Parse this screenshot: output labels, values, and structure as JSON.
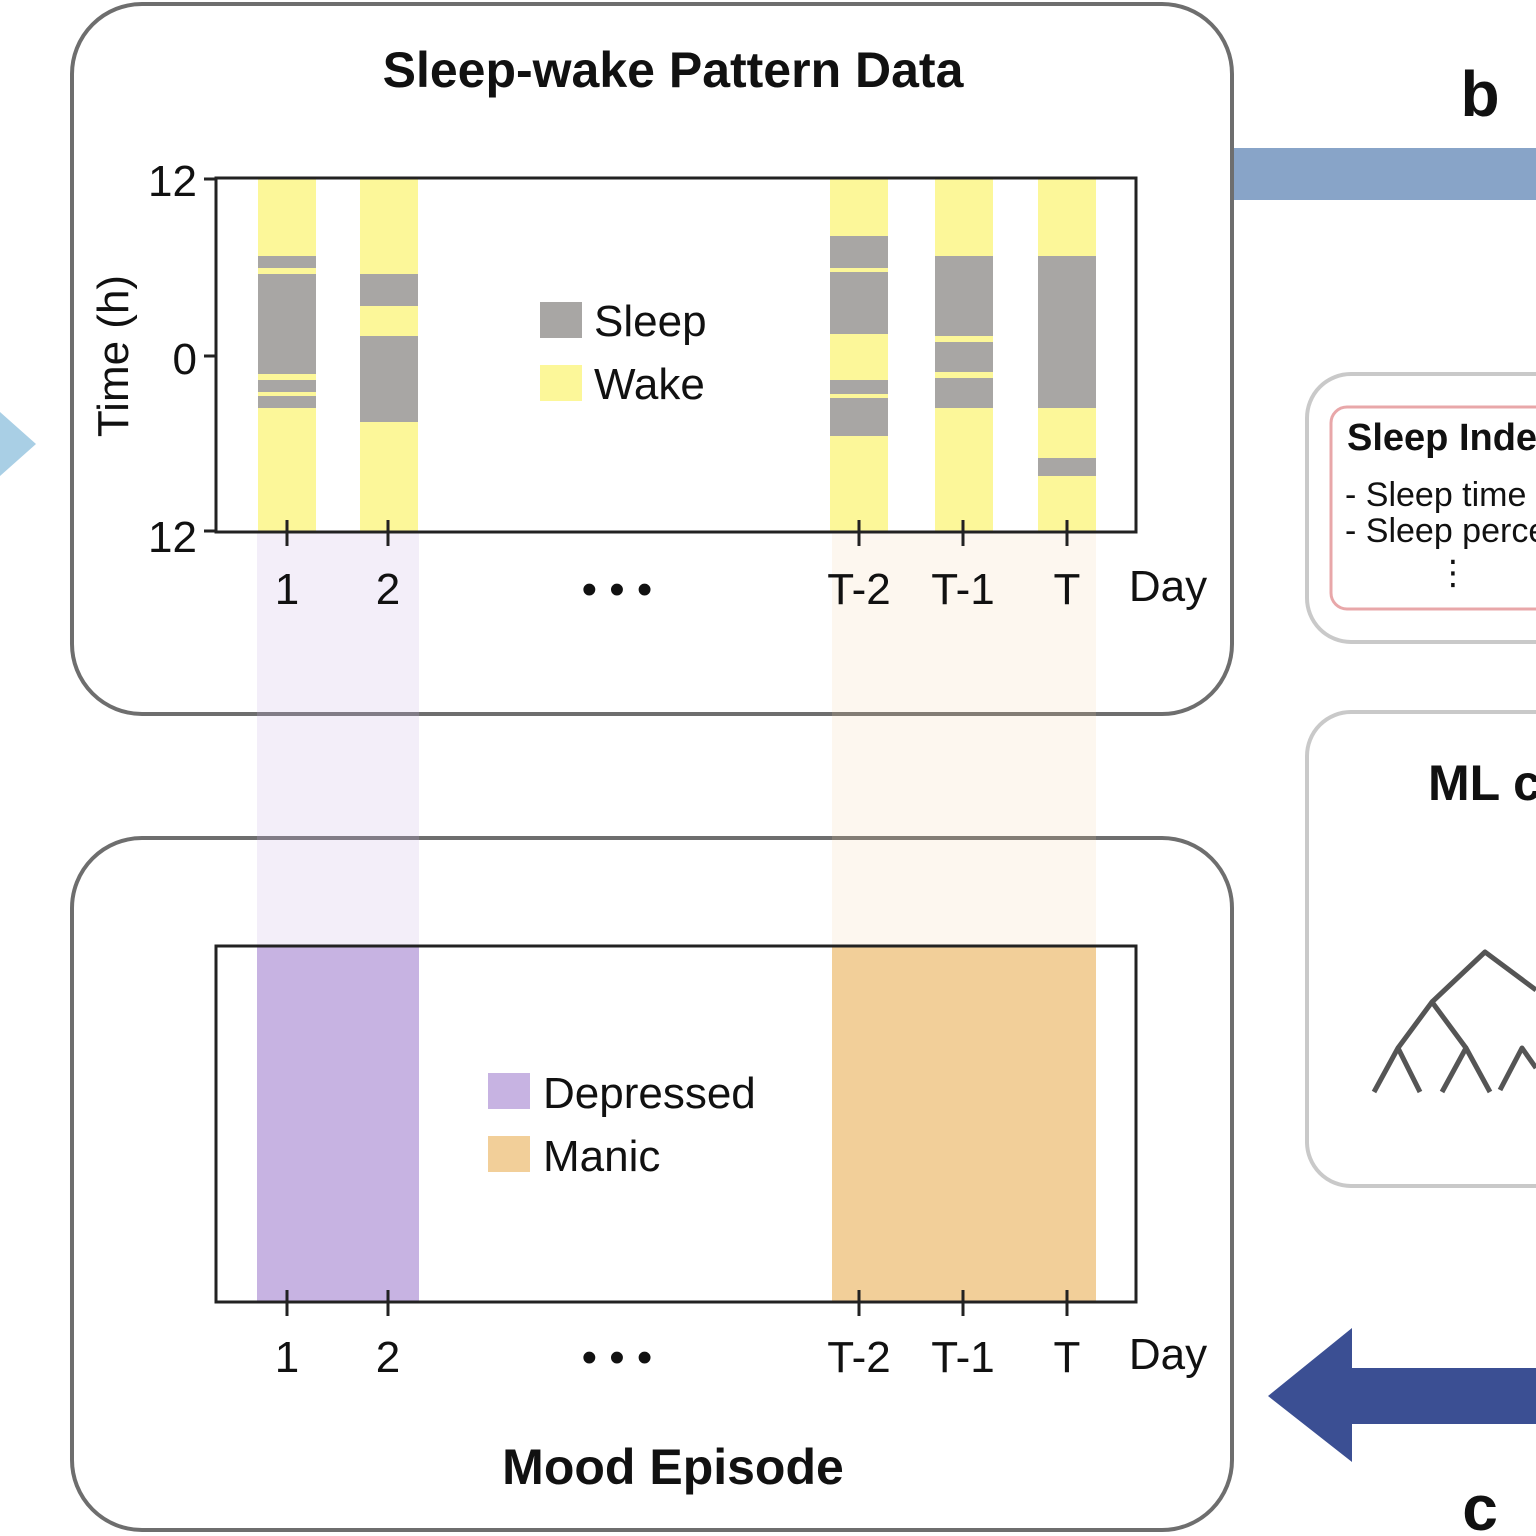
{
  "panel_a": {
    "sleep_wake": {
      "title": "Sleep-wake Pattern Data",
      "ylabel": "Time (h)",
      "yticks": [
        "12",
        "0",
        "12"
      ],
      "xticks": [
        "1",
        "2",
        "• • •",
        "T-2",
        "T-1",
        "T"
      ],
      "xlabel": "Day",
      "legend": [
        {
          "label": "Sleep",
          "color": "#a8a6a4"
        },
        {
          "label": "Wake",
          "color": "#fcf799"
        }
      ]
    },
    "mood": {
      "title": "Mood Episode",
      "xticks": [
        "1",
        "2",
        "• • •",
        "T-2",
        "T-1",
        "T"
      ],
      "xlabel": "Day",
      "legend": [
        {
          "label": "Depressed",
          "color": "#c7b3e2"
        },
        {
          "label": "Manic",
          "color": "#f2cf99"
        }
      ]
    }
  },
  "panel_b": {
    "letter": "b",
    "sleep_index": {
      "title": "Sleep Inde",
      "items": [
        "- Sleep time",
        "- Sleep perce"
      ],
      "more": "⋮"
    },
    "ml": {
      "title": "ML c",
      "icon": "decision-tree-icon"
    }
  },
  "panel_c": {
    "letter": "c"
  },
  "arrows": {
    "left_incoming": {
      "icon": "chevron-right-icon",
      "color": "#a9cfe5"
    },
    "top_bar": {
      "color": "#88a4c8"
    },
    "bottom_arrow": {
      "icon": "arrow-left-icon",
      "color": "#3b4f93"
    }
  }
}
